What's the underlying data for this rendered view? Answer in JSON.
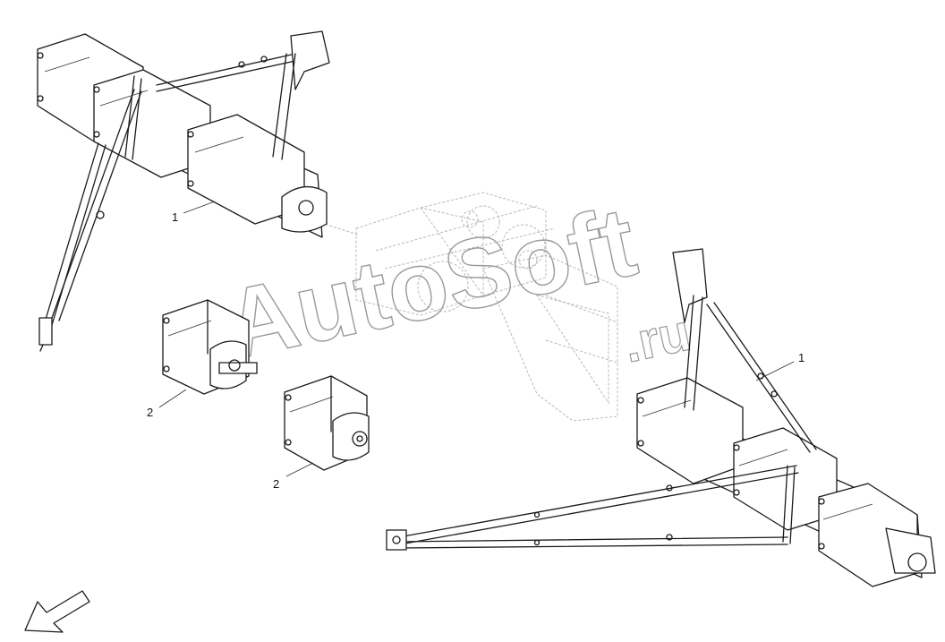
{
  "callouts": [
    {
      "label": "1"
    },
    {
      "label": "1"
    },
    {
      "label": "2"
    },
    {
      "label": "2"
    }
  ],
  "watermark": {
    "main": "AutoSoft",
    "suffix": ".ru"
  },
  "icons": {
    "direction_arrow": "arrow-down-left-icon"
  }
}
